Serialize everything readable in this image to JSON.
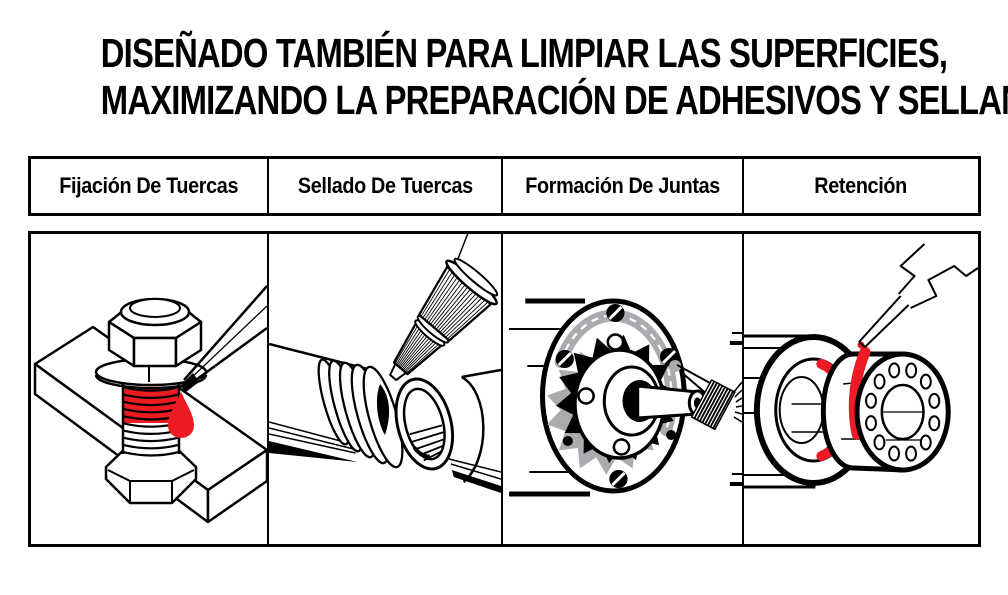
{
  "title": {
    "line1": "DISEÑADO TAMBIÉN PARA LIMPIAR LAS SUPERFICIES,",
    "line2": "MAXIMIZANDO LA PREPARACIÓN DE ADHESIVOS Y SELLANTES"
  },
  "columns": [
    {
      "label": "Fijación De Tuercas",
      "illustration": "threadlocker-applied-to-bolt-and-nut"
    },
    {
      "label": "Sellado De Tuercas",
      "illustration": "sealant-cone-applicator-on-pipe-threads"
    },
    {
      "label": "Formación De Juntas",
      "illustration": "gasket-bead-applied-to-flange-cover"
    },
    {
      "label": "Retención",
      "illustration": "retaining-compound-on-bearing-and-housing"
    }
  ],
  "colors": {
    "accent_red": "#ED1C24",
    "bead_gray": "#A9ABAE",
    "line_black": "#000000",
    "background": "#FFFFFF"
  }
}
